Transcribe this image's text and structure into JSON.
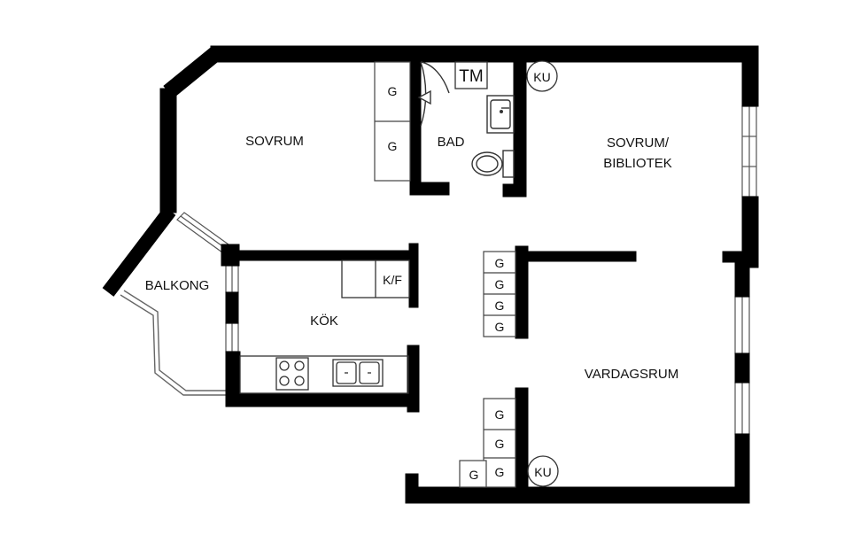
{
  "plan": {
    "wall_color": "#000000",
    "background": "#ffffff",
    "fixture_stroke": "#444444",
    "rooms": {
      "sovrum": "SOVRUM",
      "bad": "BAD",
      "sovrum_bibliotek_line1": "SOVRUM/",
      "sovrum_bibliotek_line2": "BIBLIOTEK",
      "balkong": "BALKONG",
      "kok": "KÖK",
      "vardagsrum": "VARDAGSRUM"
    },
    "fixtures": {
      "tm": "TM",
      "ku": "KU",
      "kf": "K/F",
      "g": "G"
    }
  }
}
